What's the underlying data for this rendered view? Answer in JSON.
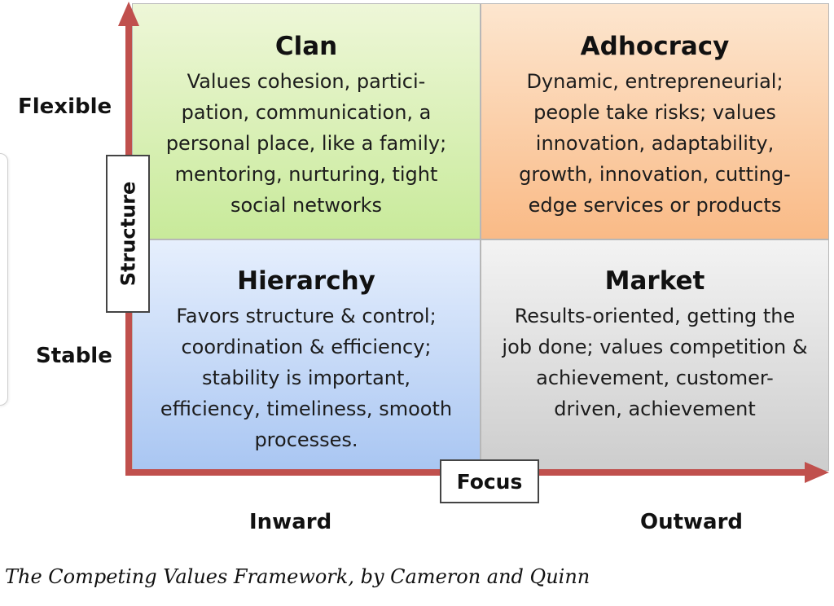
{
  "quadrants": {
    "clan": {
      "title": "Clan",
      "description": "Values cohesion, partici-\npation, communication, a\npersonal place, like a family;\nmentoring, nurturing, tight\nsocial networks"
    },
    "adhocracy": {
      "title": "Adhocracy",
      "description": "Dynamic, entrepreneurial;\npeople take risks; values\ninnovation, adaptability,\ngrowth, innovation, cutting-\nedge services  or products"
    },
    "hierarchy": {
      "title": "Hierarchy",
      "description": "Favors structure & control;\ncoordination & efficiency;\nstability is important,\nefficiency, timeliness, smooth\nprocesses."
    },
    "market": {
      "title": "Market",
      "description": "Results-oriented, getting the\njob done; values competition &\nachievement,  customer-\ndriven, achievement"
    }
  },
  "axes": {
    "vertical": {
      "name": "Structure",
      "top": "Flexible",
      "bottom": "Stable"
    },
    "horizontal": {
      "name": "Focus",
      "left": "Inward",
      "right": "Outward"
    },
    "arrow_color": "#c0504d"
  },
  "colors": {
    "clan": "#d6f0b0",
    "adhocracy": "#fbcfa8",
    "hierarchy": "#c3d8f6",
    "market": "#dcdcdc"
  },
  "caption": "The Competing Values Framework, by Cameron and Quinn"
}
